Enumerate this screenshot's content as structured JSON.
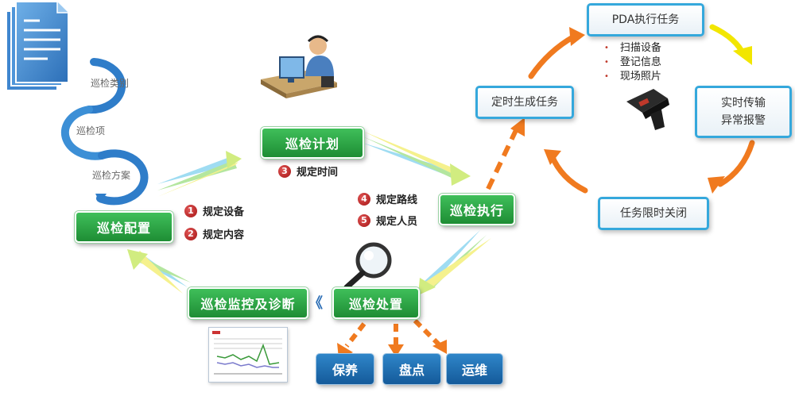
{
  "left_cycle": {
    "items": [
      "巡检类别",
      "巡检项",
      "巡检方案"
    ]
  },
  "steps": {
    "config": "巡检配置",
    "plan": "巡检计划",
    "execute": "巡检执行",
    "handle": "巡检处置",
    "monitor": "巡检监控及诊断"
  },
  "notes": [
    {
      "num": "1",
      "text": "规定设备"
    },
    {
      "num": "2",
      "text": "规定内容"
    },
    {
      "num": "3",
      "text": "规定时间"
    },
    {
      "num": "4",
      "text": "规定路线"
    },
    {
      "num": "5",
      "text": "规定人员"
    }
  ],
  "right_loop": {
    "pda": "PDA执行任务",
    "pda_items": [
      "扫描设备",
      "登记信息",
      "现场照片"
    ],
    "timed": "定时生成任务",
    "realtime_line1": "实时传输",
    "realtime_line2": "异常报警",
    "close": "任务限时关闭"
  },
  "outcomes": [
    "保养",
    "盘点",
    "运维"
  ],
  "monitor_arrow": "《",
  "colors": {
    "green": "#2aa444",
    "blue_outline": "#35a8dc",
    "blue_fill": "#1f6fb5",
    "orange": "#f07a1f",
    "yellow": "#f2e600"
  },
  "icons": [
    "document-icon",
    "operator-icon",
    "magnifier-icon",
    "pda-scanner-icon",
    "report-chart-icon"
  ]
}
